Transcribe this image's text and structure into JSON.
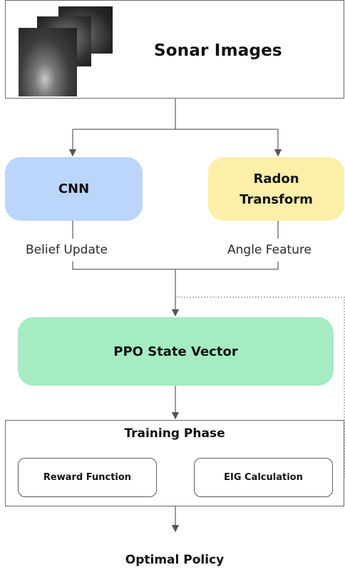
{
  "nodes": {
    "sonar_title": "Sonar Images",
    "cnn": "CNN",
    "radon_line1": "Radon",
    "radon_line2": "Transform",
    "ppo": "PPO State Vector",
    "training_title": "Training Phase",
    "reward": "Reward Function",
    "eig": "EIG Calculation",
    "optimal": "Optimal Policy"
  },
  "edge_labels": {
    "belief": "Belief Update",
    "angle": "Angle Feature"
  },
  "colors": {
    "cnn_fill": "#bcd5fb",
    "radon_fill": "#fcefa8",
    "ppo_fill": "#a5ecc2",
    "line": "#555555",
    "dashed": "#9a9a9a"
  }
}
